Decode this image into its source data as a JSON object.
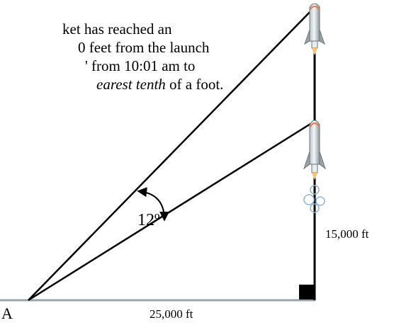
{
  "problem": {
    "line1": "ket has reached an",
    "line2": "0 feet from the launch",
    "line3": "' from 10:01 am to",
    "line4_italic": "earest tenth",
    "line4_rest": " of a foot."
  },
  "diagram": {
    "angle_label": "12º",
    "height_label": "15,000 ft",
    "base_label": "25,000 ft",
    "vertex_label": "A"
  }
}
